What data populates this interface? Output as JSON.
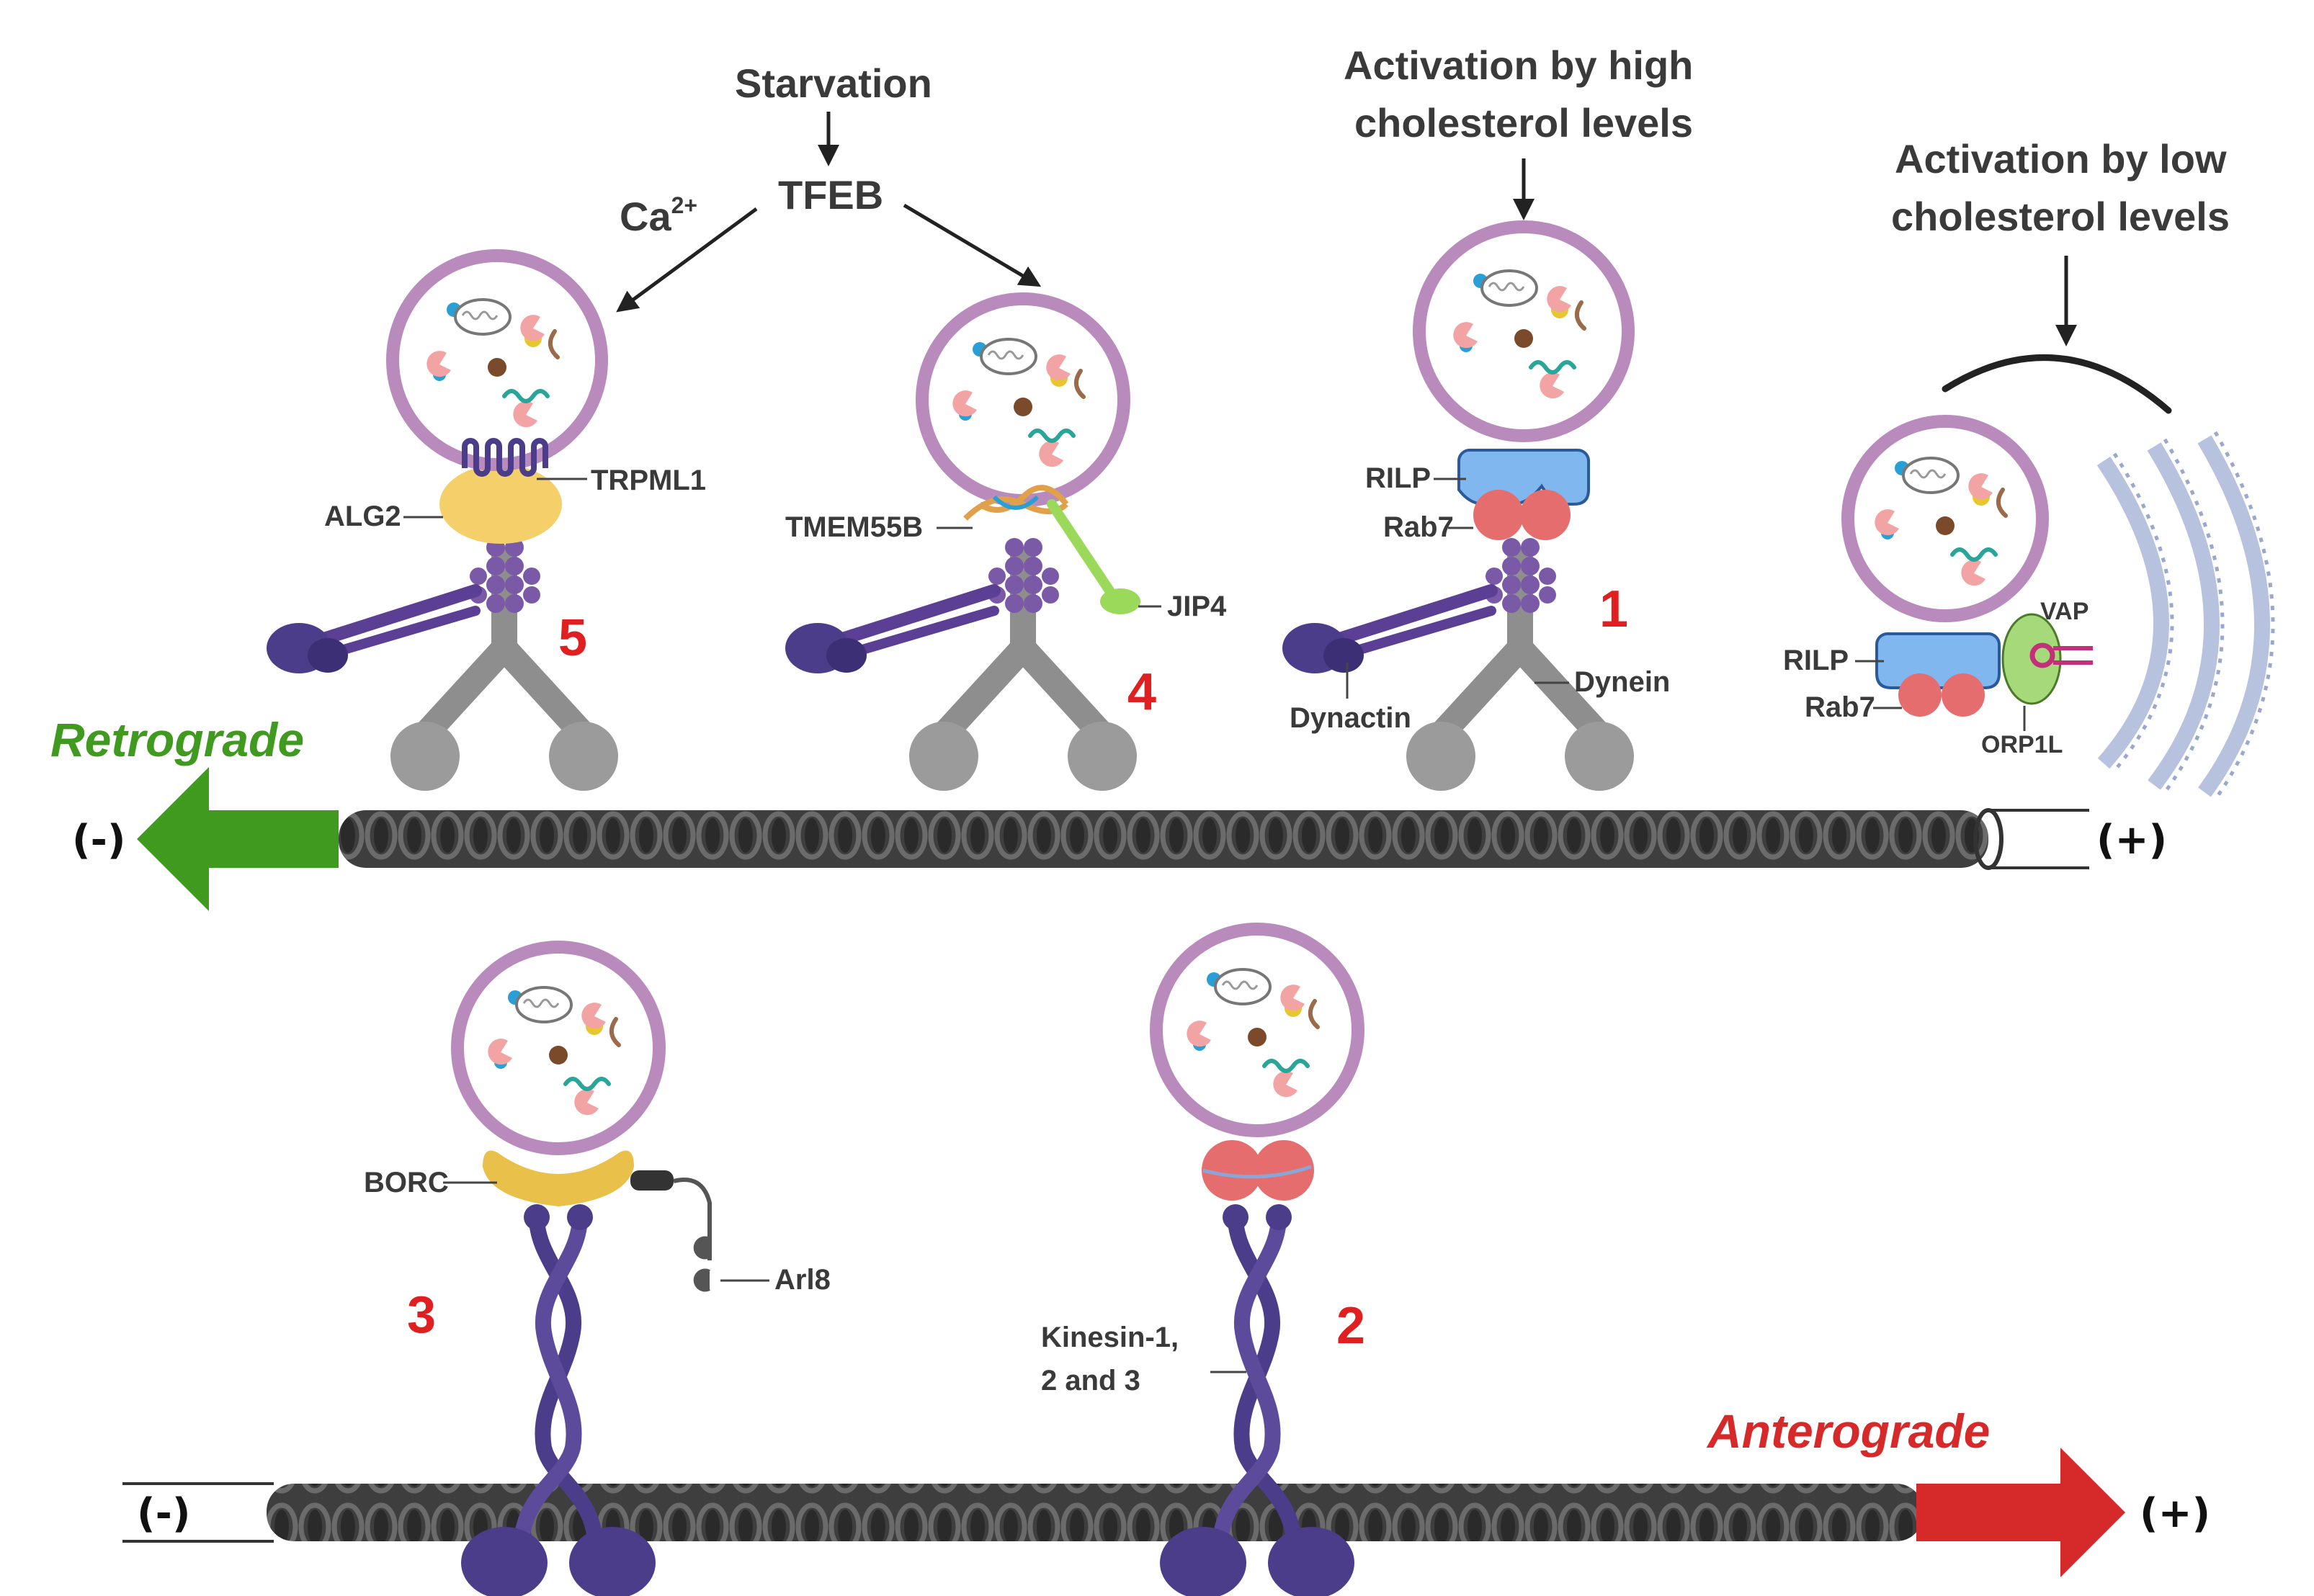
{
  "labels": {
    "starvation": "Starvation",
    "tfeb": "TFEB",
    "ca": "Ca",
    "ca_sup": "2+",
    "high_chol_1": "Activation by high",
    "high_chol_2": "cholesterol levels",
    "low_chol_1": "Activation by low",
    "low_chol_2": "cholesterol levels",
    "trpml1": "TRPML1",
    "alg2": "ALG2",
    "tmem55b": "TMEM55B",
    "jip4": "JIP4",
    "rilp": "RILP",
    "rab7": "Rab7",
    "dynactin": "Dynactin",
    "dynein": "Dynein",
    "vap": "VAP",
    "orp1l": "ORP1L",
    "borc": "BORC",
    "arl8": "Arl8",
    "kinesin_1": "Kinesin-1,",
    "kinesin_2": "2 and 3",
    "retrograde": "Retrograde",
    "anterograde": "Anterograde",
    "minus": "(-)",
    "plus": "(+)"
  },
  "numbers": {
    "n1": "1",
    "n2": "2",
    "n3": "3",
    "n4": "4",
    "n5": "5"
  },
  "colors": {
    "lysosome_ring": "#b98bbd",
    "lysosome_fill": "#ffffff",
    "dynein": "#8e8e8e",
    "dynactin": "#4b3d8a",
    "kinesin": "#4b3d8a",
    "rilp": "#7fb7ee",
    "rab7": "#e56d6d",
    "alg2": "#f4cf6a",
    "borc": "#e8c04a",
    "orp1l": "#a6d97a",
    "vap": "#c2307a",
    "er": "#c5cee4",
    "retro_arrow": "#3f9a1f",
    "antero_arrow": "#d62a2a",
    "number": "#e02020"
  }
}
